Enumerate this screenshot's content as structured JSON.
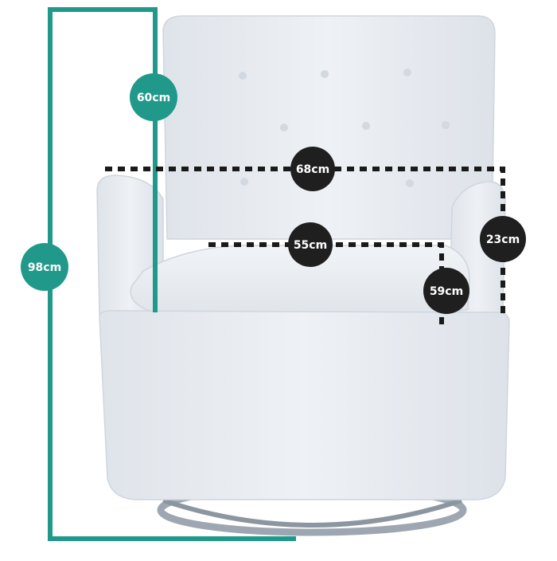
{
  "dimensions": {
    "overall_height": "98cm",
    "backrest_height": "60cm",
    "overall_width": "68cm",
    "seat_width": "55cm",
    "armrest_height": "23cm",
    "seat_depth": "59cm"
  },
  "colors": {
    "height_accent": "#21998a",
    "width_badge": "#1f1f1f",
    "dotted_line": "#1a1a1a",
    "fabric": "#e9edf2",
    "fabric_shadow": "#d3d9e1",
    "swivel_base": "#9ea7b1"
  },
  "icons": {
    "chair": "swivel-armchair-illustration"
  }
}
